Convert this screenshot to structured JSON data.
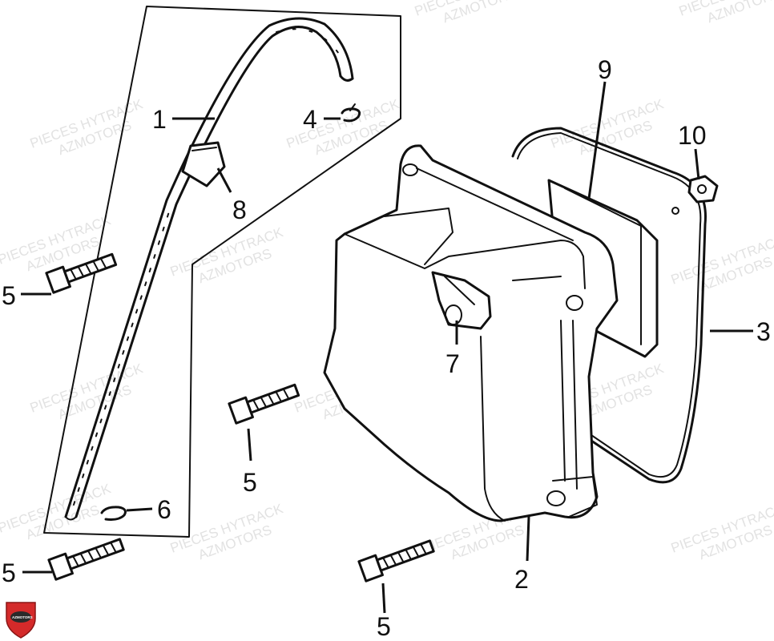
{
  "diagram": {
    "callouts": {
      "c1": "1",
      "c2": "2",
      "c3": "3",
      "c4": "4",
      "c5a": "5",
      "c5b": "5",
      "c5c": "5",
      "c5d": "5",
      "c6": "6",
      "c7": "7",
      "c8": "8",
      "c9": "9",
      "c10": "10"
    },
    "watermark": {
      "line1": "PIECES HYTRACK",
      "line2": "AZMOTORS"
    },
    "logo": {
      "text": "AZMOTORS",
      "color": "#d42a2a"
    }
  }
}
